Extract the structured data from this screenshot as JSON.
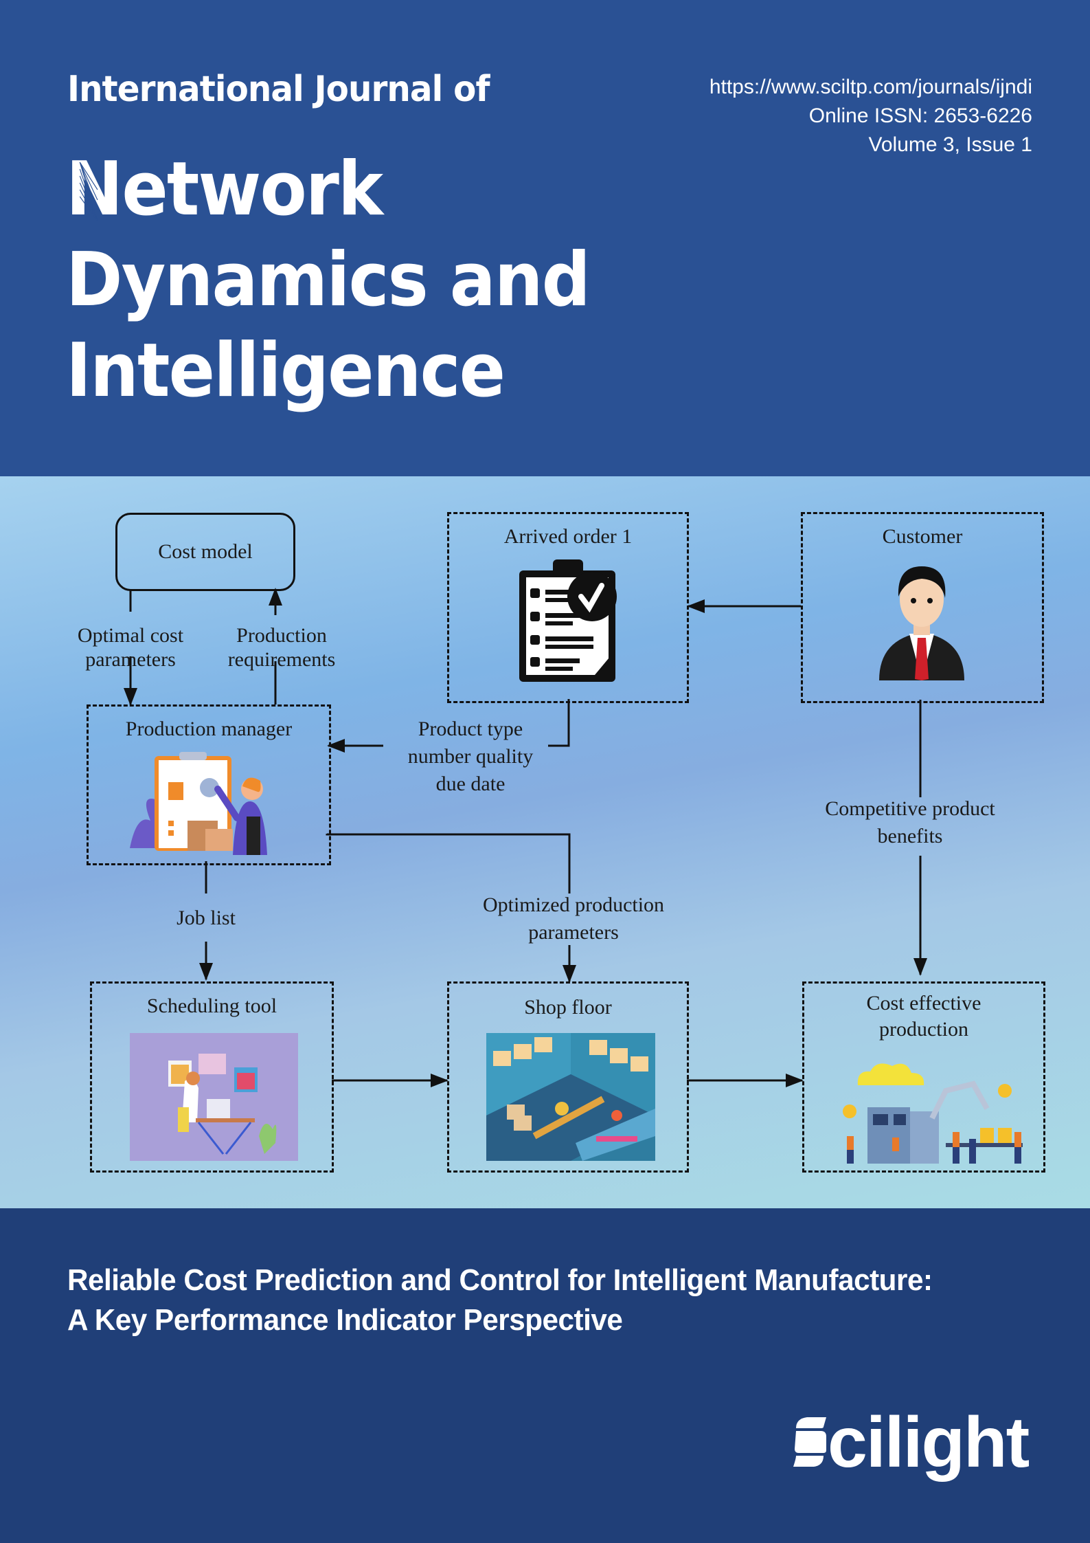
{
  "header": {
    "journal_prefix": "International Journal of",
    "journal_title_first_letter": "N",
    "journal_title_lines": [
      "etwork",
      "Dynamics and",
      "Intelligence"
    ],
    "url": "https://www.sciltp.com/journals/ijndi",
    "issn": "Online ISSN: 2653-6226",
    "volume_issue": "Volume 3, Issue 1"
  },
  "diagram": {
    "nodes": {
      "cost_model": "Cost model",
      "arrived_order": "Arrived order 1",
      "customer": "Customer",
      "production_manager": "Production manager",
      "scheduling_tool": "Scheduling tool",
      "shop_floor": "Shop floor",
      "cost_effective_line1": "Cost effective",
      "cost_effective_line2": "production"
    },
    "edge_labels": {
      "optimal_cost_line1": "Optimal cost",
      "optimal_cost_line2": "parameters",
      "production_req_line1": "Production",
      "production_req_line2": "requirements",
      "product_type_line1": "Product type",
      "product_type_line2": "number quality",
      "product_type_line3": "due date",
      "competitive_line1": "Competitive product",
      "competitive_line2": "benefits",
      "job_list": "Job list",
      "optimized_line1": "Optimized production",
      "optimized_line2": "parameters"
    },
    "colors": {
      "line": "#111111",
      "tie": "#d0202a"
    }
  },
  "footer": {
    "article_title_line1": "Reliable Cost Prediction and Control for Intelligent Manufacture:",
    "article_title_line2": "A Key Performance Indicator Perspective",
    "publisher": "cilight"
  },
  "colors": {
    "header_bg": "#2a5194",
    "footer_bg": "#203f78"
  }
}
